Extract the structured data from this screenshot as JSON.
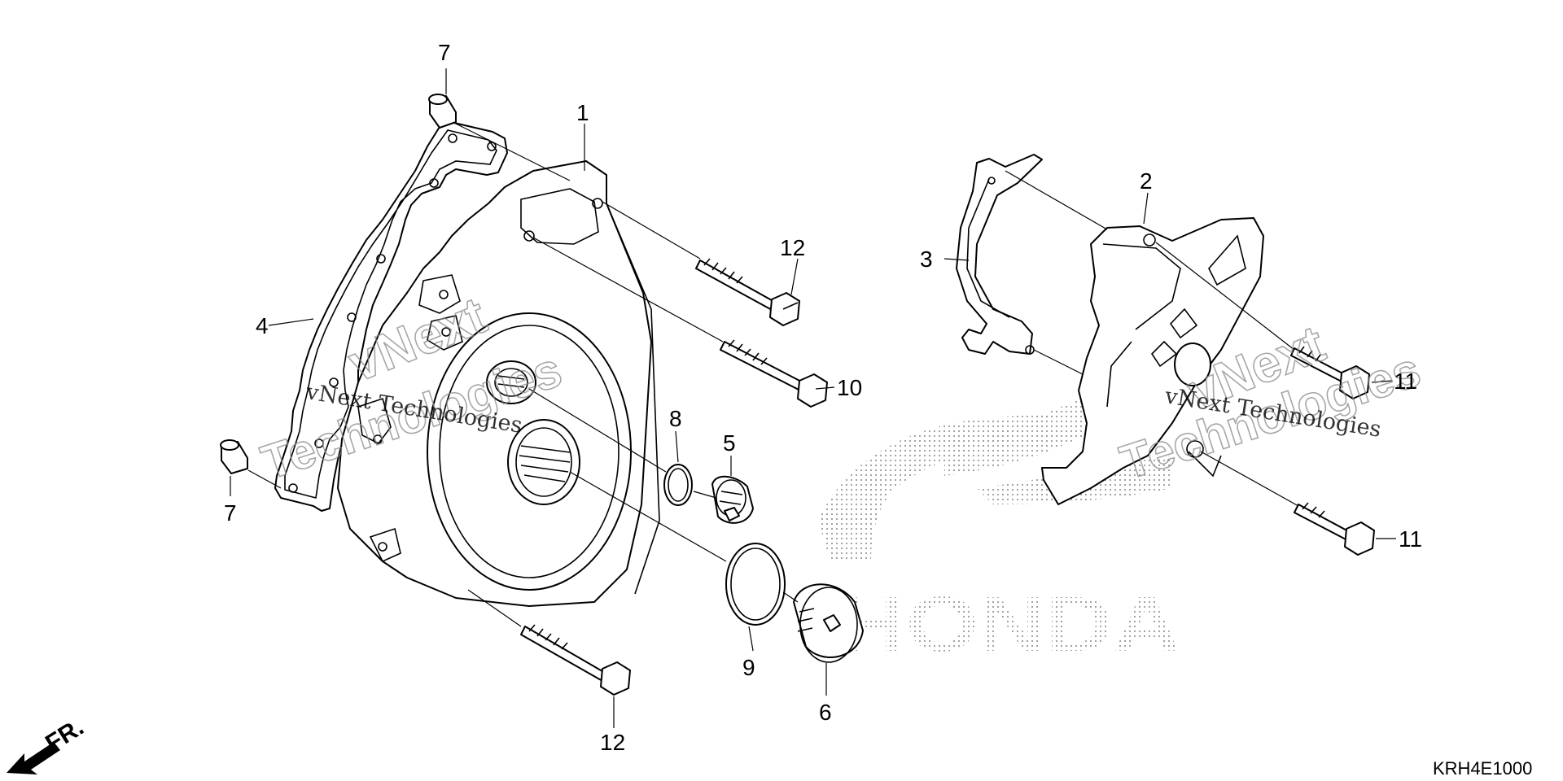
{
  "diagram": {
    "callouts": {
      "c1": "1",
      "c2": "2",
      "c3": "3",
      "c4": "4",
      "c5": "5",
      "c6": "6",
      "c7a": "7",
      "c7b": "7",
      "c8": "8",
      "c9": "9",
      "c10": "10",
      "c11a": "11",
      "c11b": "11",
      "c12a": "12",
      "c12b": "12"
    },
    "front_indicator": "FR.",
    "diagram_code": "KRH4E1000",
    "watermarks": {
      "left_line1": "vNext Technologies",
      "left_outline_a": "vNext",
      "left_outline_b": "Technologies",
      "right_line1": "vNext Technologies",
      "right_outline_a": "vNext",
      "right_outline_b": "Technologies"
    },
    "brand_logo_text": "HONDA"
  }
}
